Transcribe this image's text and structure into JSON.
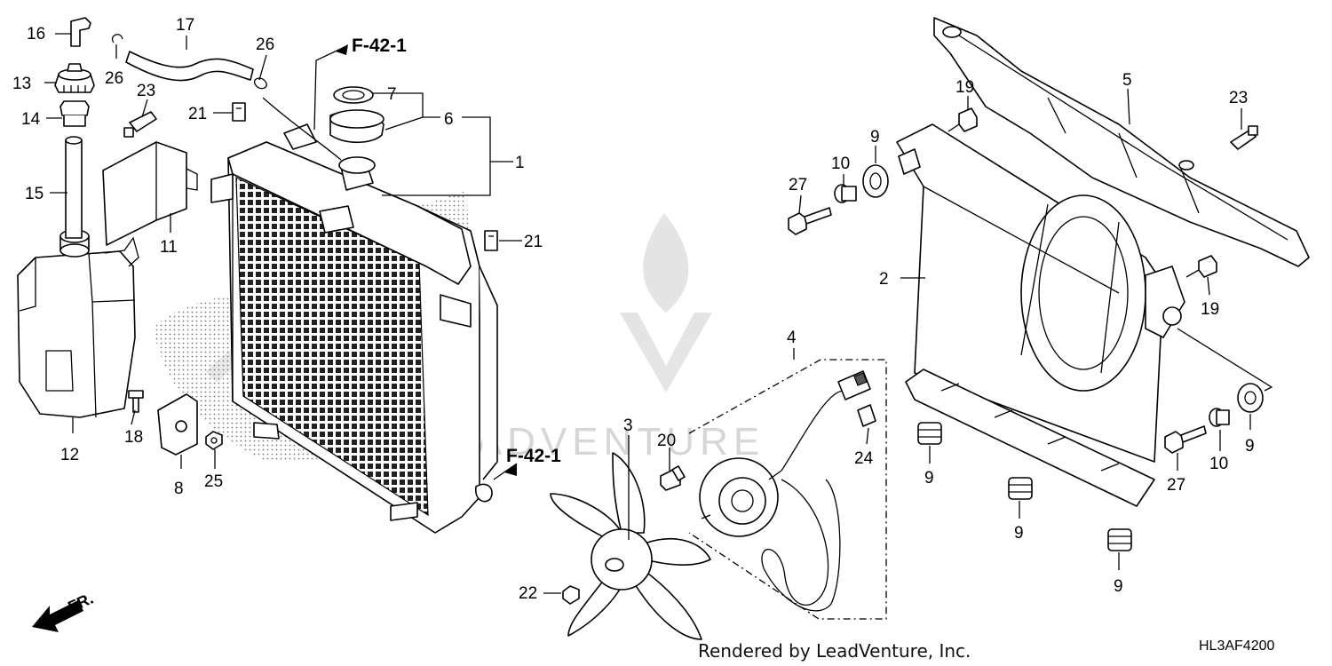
{
  "callouts": {
    "c1": "1",
    "c2": "2",
    "c3": "3",
    "c4": "4",
    "c5": "5",
    "c6": "6",
    "c7": "7",
    "c8": "8",
    "c9a": "9",
    "c9b": "9",
    "c9c": "9",
    "c9d": "9",
    "c9e": "9",
    "c10a": "10",
    "c10b": "10",
    "c11": "11",
    "c12": "12",
    "c13": "13",
    "c14": "14",
    "c15": "15",
    "c16": "16",
    "c17": "17",
    "c18": "18",
    "c19a": "19",
    "c19b": "19",
    "c20": "20",
    "c21a": "21",
    "c21b": "21",
    "c22": "22",
    "c23a": "23",
    "c23b": "23",
    "c24": "24",
    "c25": "25",
    "c26a": "26",
    "c26b": "26",
    "c27a": "27",
    "c27b": "27"
  },
  "references": {
    "ref_top": "F-42-1",
    "ref_mid": "F-42-1"
  },
  "direction_label": "FR.",
  "watermark_text": "LEADVENTURE",
  "footer": {
    "credit": "Rendered by LeadVenture, Inc.",
    "diagram_code": "HL3AF4200"
  }
}
